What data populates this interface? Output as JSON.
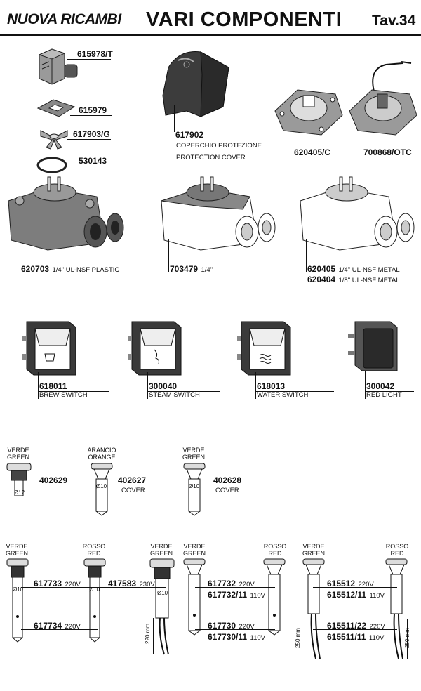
{
  "header": {
    "brand": "NUOVA RICAMBI",
    "title": "VARI COMPONENTI",
    "table": "Tav.34"
  },
  "top_parts": {
    "p615978": "615978/T",
    "p615979": "615979",
    "p617903": "617903/G",
    "p530143": "530143",
    "p617902": "617902",
    "cover_it": "COPERCHIO PROTEZIONE",
    "cover_en": "PROTECTION COVER",
    "p620405c": "620405/C",
    "p700868": "700868/OTC"
  },
  "flowmeters": {
    "p620703": "620703",
    "d620703": "1/4\" UL-NSF PLASTIC",
    "p703479": "703479",
    "d703479": "1/4\"",
    "p620405": "620405",
    "d620405": "1/4\" UL-NSF METAL",
    "p620404": "620404",
    "d620404": "1/8\" UL-NSF METAL"
  },
  "switches": {
    "s1_code": "618011",
    "s1_name": "BREW SWITCH",
    "s2_code": "300040",
    "s2_name": "STEAM SWITCH",
    "s3_code": "618013",
    "s3_name": "WATER SWITCH",
    "s4_code": "300042",
    "s4_name": "RED LIGHT"
  },
  "indicators": {
    "verde": "VERDE",
    "green": "GREEN",
    "arancio": "ARANCIO",
    "orange": "ORANGE",
    "rosso": "ROSSO",
    "red": "RED",
    "p402629": "402629",
    "d12": "Ø12",
    "p402627": "402627",
    "d10": "Ø10",
    "cover": "COVER",
    "p402628": "402628"
  },
  "lamps": {
    "p617733": "617733",
    "v220": "220V",
    "p617734": "617734",
    "p417583": "417583",
    "v230": "230V",
    "mm220": "220 mm",
    "p617732": "617732",
    "p617732_11": "617732/11",
    "v110": "110V",
    "p617730": "617730",
    "p617730_11": "617730/11",
    "mm250": "250 mm",
    "p615512": "615512",
    "p615512_11": "615512/11",
    "p615511_22": "615511/22",
    "p615511_11": "615511/11"
  }
}
